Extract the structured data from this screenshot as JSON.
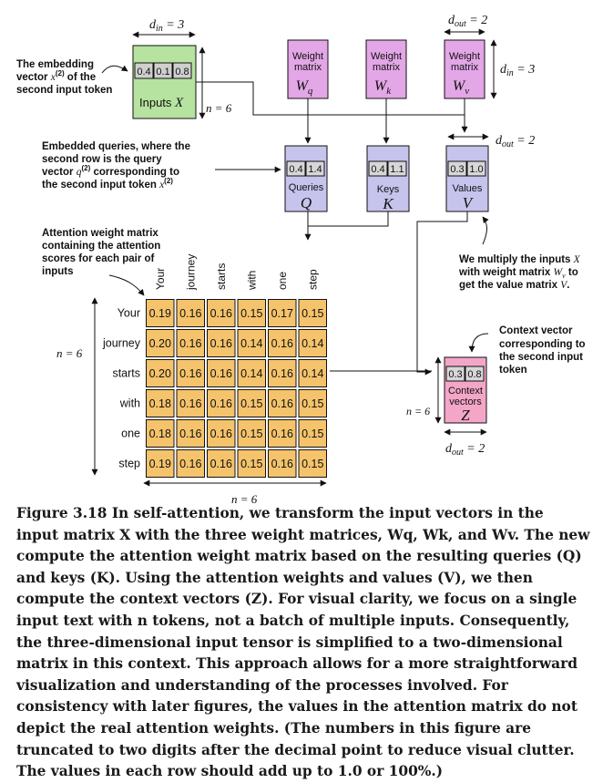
{
  "dims": {
    "din_top": "d_in = 3",
    "din_top_sub": "in",
    "dout_top": "d_out = 2",
    "dout_mid": "d_out = 2",
    "din_right": "d_in = 3",
    "n_inputs": "n = 6",
    "n_left": "n = 6",
    "n_bottom": "n = 6",
    "n_context": "n = 6",
    "dout_bottom": "d_out = 2"
  },
  "annotations": {
    "embedding": [
      "The embedding",
      "vector x(2) of the",
      "second input token"
    ],
    "queries": [
      "Embedded queries, where the",
      "second row is the query",
      "vector q(2) corresponding to",
      "the second input token x(2)"
    ],
    "attention": [
      "Attention weight matrix",
      "containing the attention",
      "scores for each pair of",
      "inputs"
    ],
    "values": [
      "We multiply the inputs X",
      "with weight matrix Wv to",
      "get the value matrix V."
    ],
    "context": [
      "Context vector",
      "corresponding to",
      "the second input",
      "token"
    ]
  },
  "blocks": {
    "inputs": {
      "values": [
        "0.4",
        "0.1",
        "0.8"
      ],
      "label": "Inputs X",
      "color": "#b6e3a0"
    },
    "weights": [
      {
        "line1": "Weight",
        "line2": "matrix",
        "symbol": "W",
        "sub": "q"
      },
      {
        "line1": "Weight",
        "line2": "matrix",
        "symbol": "W",
        "sub": "k"
      },
      {
        "line1": "Weight",
        "line2": "matrix",
        "symbol": "W",
        "sub": "v"
      }
    ],
    "qkv": [
      {
        "values": [
          "0.4",
          "1.4"
        ],
        "name": "Queries",
        "symbol": "Q"
      },
      {
        "values": [
          "0.4",
          "1.1"
        ],
        "name": "Keys",
        "symbol": "K"
      },
      {
        "values": [
          "0.3",
          "1.0"
        ],
        "name": "Values",
        "symbol": "V"
      }
    ],
    "context": {
      "values": [
        "0.3",
        "0.8"
      ],
      "line1": "Context",
      "line2": "vectors",
      "symbol": "Z"
    },
    "colors": {
      "weight": "#e3a6e6",
      "qkv": "#c6c3ec",
      "context": "#f3a6c8",
      "cell": "#f5c36b"
    }
  },
  "attention_matrix": {
    "columns": [
      "Your",
      "journey",
      "starts",
      "with",
      "one",
      "step"
    ],
    "rows": [
      "Your",
      "journey",
      "starts",
      "with",
      "one",
      "step"
    ],
    "values": [
      [
        "0.19",
        "0.16",
        "0.16",
        "0.15",
        "0.17",
        "0.15"
      ],
      [
        "0.20",
        "0.16",
        "0.16",
        "0.14",
        "0.16",
        "0.14"
      ],
      [
        "0.20",
        "0.16",
        "0.16",
        "0.14",
        "0.16",
        "0.14"
      ],
      [
        "0.18",
        "0.16",
        "0.16",
        "0.15",
        "0.16",
        "0.15"
      ],
      [
        "0.18",
        "0.16",
        "0.16",
        "0.15",
        "0.16",
        "0.15"
      ],
      [
        "0.19",
        "0.16",
        "0.16",
        "0.15",
        "0.16",
        "0.15"
      ]
    ]
  },
  "caption": {
    "label": "Figure 3.18",
    "text": "In self-attention, we transform the input vectors in the input matrix X with the three weight matrices, Wq, Wk, and Wv. The new compute the attention weight matrix based on the resulting queries (Q) and keys (K). Using the attention weights and values (V), we then compute the context vectors (Z). For visual clarity, we focus on a single input text with n tokens, not a batch of multiple inputs. Consequently, the three-dimensional input tensor is simplified to a two-dimensional matrix in this context. This approach allows for a more straightforward visualization and understanding of the processes involved. For consistency with later figures, the values in the attention matrix do not depict the real attention weights. (The numbers in this figure are truncated to two digits after the decimal point to reduce visual clutter. The values in each row should add up to 1.0 or 100%.)"
  }
}
